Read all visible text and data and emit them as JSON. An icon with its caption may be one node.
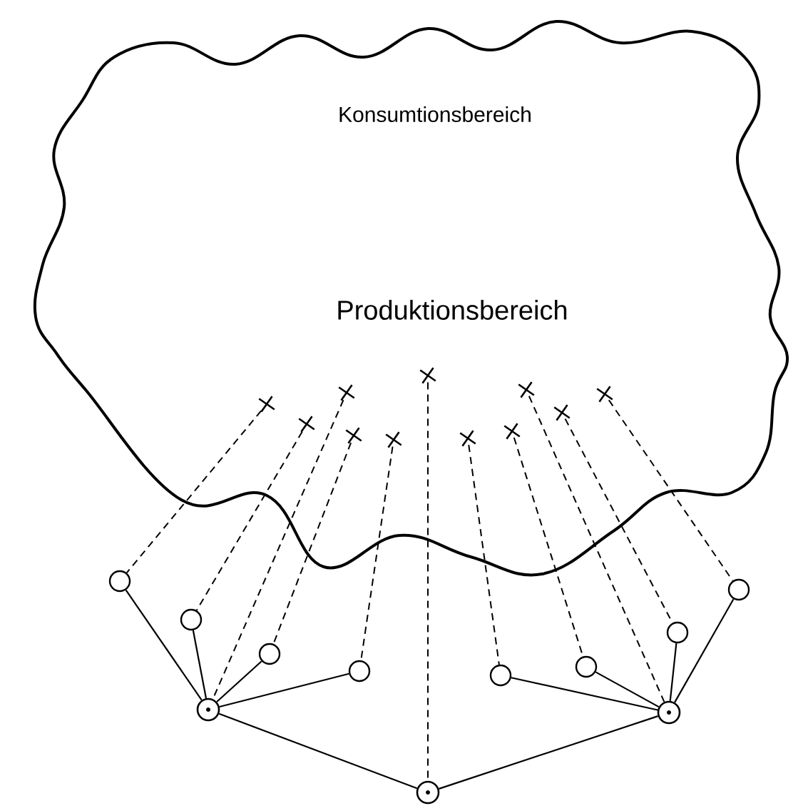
{
  "diagram": {
    "nodes": [
      {
        "text": [
          "Konsumtionsbereich",
          "Produktionsbereich"
        ]
      },
      {
        "text": [],
        "shape": "cross",
        "in": 0
      },
      {
        "text": [],
        "shape": "cross",
        "in": 0
      },
      {
        "text": [],
        "shape": "cross",
        "in": 0
      },
      {
        "text": [],
        "shape": "cross",
        "in": 0
      },
      {
        "text": [],
        "shape": "cross",
        "in": 0
      },
      {
        "text": [],
        "shape": "cross",
        "in": 0
      },
      {
        "text": [],
        "shape": "cross",
        "in": 0
      },
      {
        "text": [],
        "shape": "cross",
        "in": 0
      },
      {
        "text": [],
        "shape": "cross",
        "in": 0
      },
      {
        "text": [],
        "shape": "cross",
        "in": 0
      },
      {
        "text": [],
        "shape": "cross",
        "in": 0
      },
      {
        "text": [],
        "shape": "circle"
      },
      {
        "text": [],
        "shape": "circle"
      },
      {
        "text": [],
        "shape": "target"
      },
      {
        "text": [],
        "shape": "circle"
      },
      {
        "text": [],
        "shape": "circle"
      },
      {
        "text": [],
        "shape": "target"
      },
      {
        "text": [],
        "shape": "circle"
      },
      {
        "text": [],
        "shape": "circle"
      },
      {
        "text": [],
        "shape": "target"
      },
      {
        "text": [],
        "shape": "circle"
      },
      {
        "text": [],
        "shape": "circle"
      }
    ],
    "edges": [
      {
        "from": 1,
        "to": 12,
        "arrow": "none",
        "style": "dashed"
      },
      {
        "from": 2,
        "to": 13,
        "arrow": "none",
        "style": "dashed"
      },
      {
        "from": 3,
        "to": 14,
        "arrow": "none",
        "style": "dashed"
      },
      {
        "from": 4,
        "to": 15,
        "arrow": "none",
        "style": "dashed"
      },
      {
        "from": 5,
        "to": 16,
        "arrow": "none",
        "style": "dashed"
      },
      {
        "from": 6,
        "to": 17,
        "arrow": "none",
        "style": "dashed"
      },
      {
        "from": 7,
        "to": 18,
        "arrow": "none",
        "style": "dashed"
      },
      {
        "from": 8,
        "to": 19,
        "arrow": "none",
        "style": "dashed"
      },
      {
        "from": 9,
        "to": 20,
        "arrow": "none",
        "style": "dashed"
      },
      {
        "from": 10,
        "to": 21,
        "arrow": "none",
        "style": "dashed"
      },
      {
        "from": 11,
        "to": 22,
        "arrow": "none",
        "style": "dashed"
      },
      {
        "from": 14,
        "to": 12,
        "arrow": "none"
      },
      {
        "from": 14,
        "to": 13,
        "arrow": "none"
      },
      {
        "from": 14,
        "to": 15,
        "arrow": "none"
      },
      {
        "from": 14,
        "to": 16,
        "arrow": "none"
      },
      {
        "from": 14,
        "to": 17,
        "arrow": "none"
      },
      {
        "from": 20,
        "to": 18,
        "arrow": "none"
      },
      {
        "from": 20,
        "to": 19,
        "arrow": "none"
      },
      {
        "from": 20,
        "to": 21,
        "arrow": "none"
      },
      {
        "from": 20,
        "to": 22,
        "arrow": "none"
      },
      {
        "from": 20,
        "to": 17,
        "arrow": "none"
      }
    ]
  }
}
